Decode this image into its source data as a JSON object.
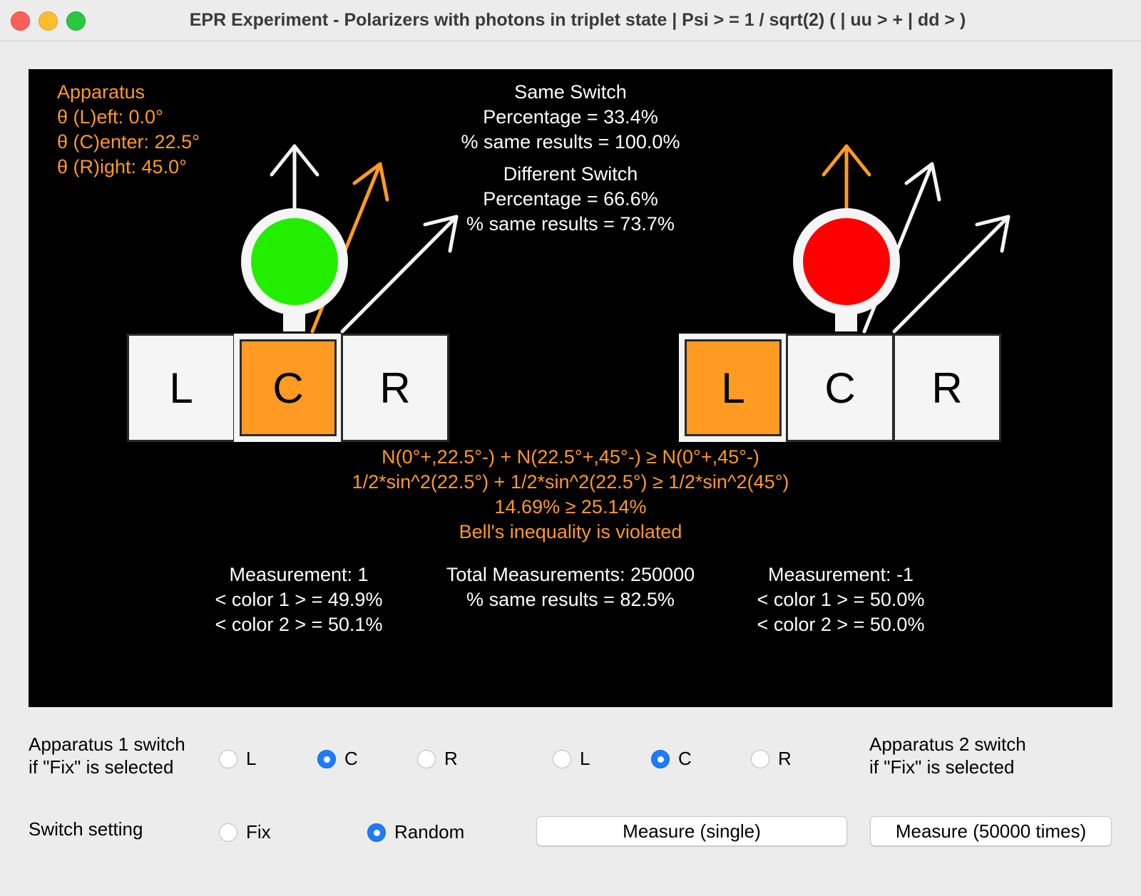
{
  "window": {
    "title": "EPR Experiment - Polarizers with photons in triplet state | Psi > = 1 / sqrt(2) ( | uu > + | dd > )"
  },
  "apparatus": {
    "heading": "Apparatus",
    "left": "θ (L)eft: 0.0°",
    "center": "θ (C)enter: 22.5°",
    "right": "θ (R)ight: 45.0°"
  },
  "same_switch": {
    "heading": "Same Switch",
    "percentage": "Percentage = 33.4%",
    "same_results": "% same results = 100.0%"
  },
  "different_switch": {
    "heading": "Different Switch",
    "percentage": "Percentage = 66.6%",
    "same_results": "% same results = 73.7%"
  },
  "detector1": {
    "light_color": "#22ee00",
    "boxes": [
      "L",
      "C",
      "R"
    ],
    "selected": "C"
  },
  "detector2": {
    "light_color": "#ff0000",
    "boxes": [
      "L",
      "C",
      "R"
    ],
    "selected": "L"
  },
  "bell": {
    "line1": "N(0°+,22.5°-) + N(22.5°+,45°-) ≥ N(0°+,45°-)",
    "line2": "1/2*sin^2(22.5°) + 1/2*sin^2(22.5°)  ≥ 1/2*sin^2(45°)",
    "line3": "14.69% ≥ 25.14%",
    "line4": "Bell's inequality is violated"
  },
  "measurement_left": {
    "title": "Measurement: 1",
    "color1": "< color 1 > = 49.9%",
    "color2": "< color 2 > = 50.1%"
  },
  "total": {
    "title": "Total Measurements: 250000",
    "same_results": "% same results = 82.5%"
  },
  "measurement_right": {
    "title": "Measurement: -1",
    "color1": "< color 1 > = 50.0%",
    "color2": "< color 2 > = 50.0%"
  },
  "controls": {
    "app1_label_line1": "Apparatus 1 switch",
    "app1_label_line2": "if \"Fix\" is selected",
    "app2_label_line1": "Apparatus 2 switch",
    "app2_label_line2": "if \"Fix\" is selected",
    "app1_options": [
      "L",
      "C",
      "R"
    ],
    "app1_selected": "C",
    "app2_options": [
      "L",
      "C",
      "R"
    ],
    "app2_selected": "C",
    "switch_label": "Switch setting",
    "switch_options": [
      "Fix",
      "Random"
    ],
    "switch_selected": "Random",
    "measure_single": "Measure (single)",
    "measure_many": "Measure (50000 times)"
  },
  "colors": {
    "accent_orange": "#ff9a22",
    "radio_blue": "#1e7cf8"
  }
}
